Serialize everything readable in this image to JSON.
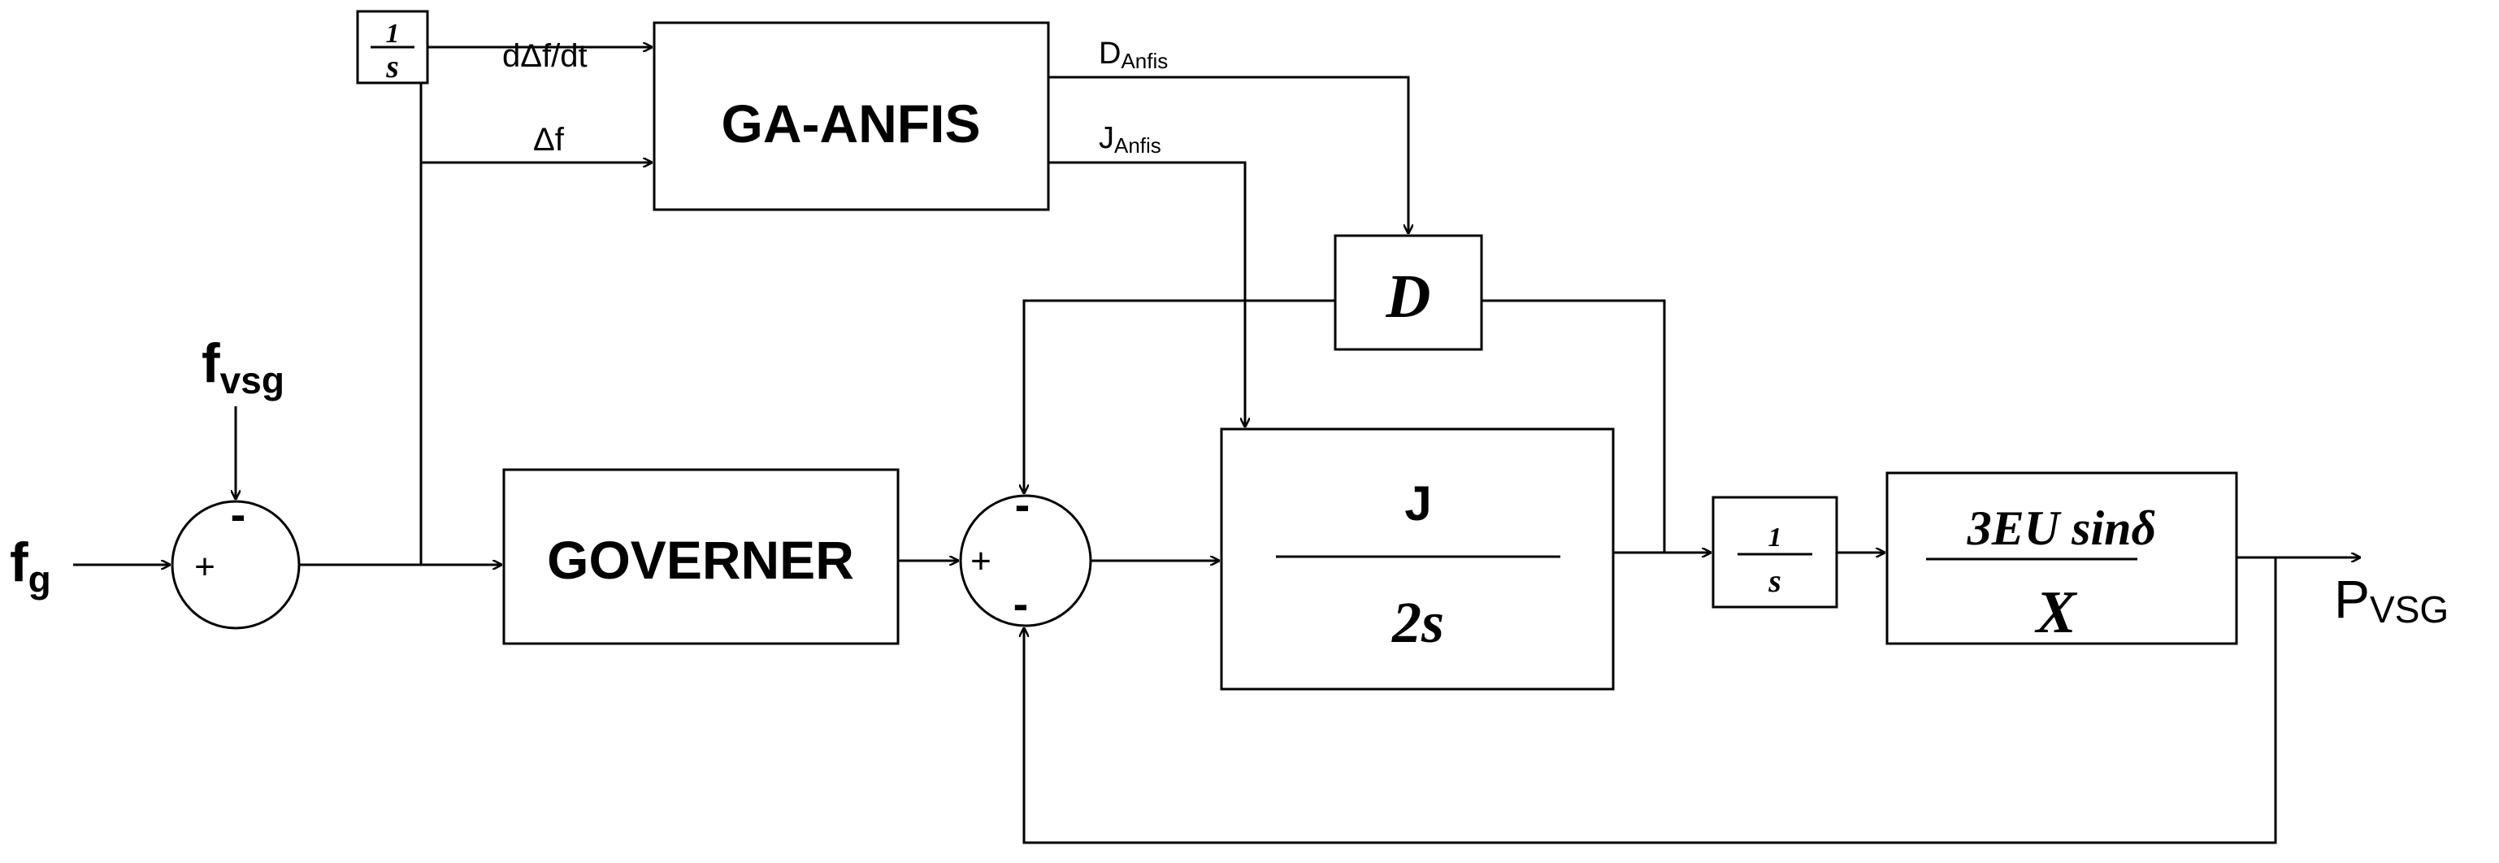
{
  "inputs": {
    "fg": {
      "main": "f",
      "sub": "g"
    },
    "fvsg": {
      "main": "f",
      "sub": "vsg"
    }
  },
  "output": {
    "main": "P",
    "sub": "VSG"
  },
  "blocks": {
    "integrator_top": {
      "num": "1",
      "den": "s"
    },
    "ga_anfis": "GA-ANFIS",
    "governer": "GOVERNER",
    "damping": "D",
    "inertia": {
      "num": "J",
      "den": "2s"
    },
    "integrator_mid": {
      "num": "1",
      "den": "s"
    },
    "power": {
      "num": "3EU sinδ",
      "den": "X"
    }
  },
  "signals": {
    "d_delta_f_dt": "dΔf/dt",
    "delta_f": "Δf",
    "d_anfis": {
      "main": "D",
      "sub": "Anfis"
    },
    "j_anfis": {
      "main": "J",
      "sub": "Anfis"
    }
  },
  "summers": {
    "sum1": {
      "plus": "+",
      "minus": "-"
    },
    "sum2": {
      "plus": "+",
      "minus_top": "-",
      "minus_bottom": "-"
    }
  }
}
